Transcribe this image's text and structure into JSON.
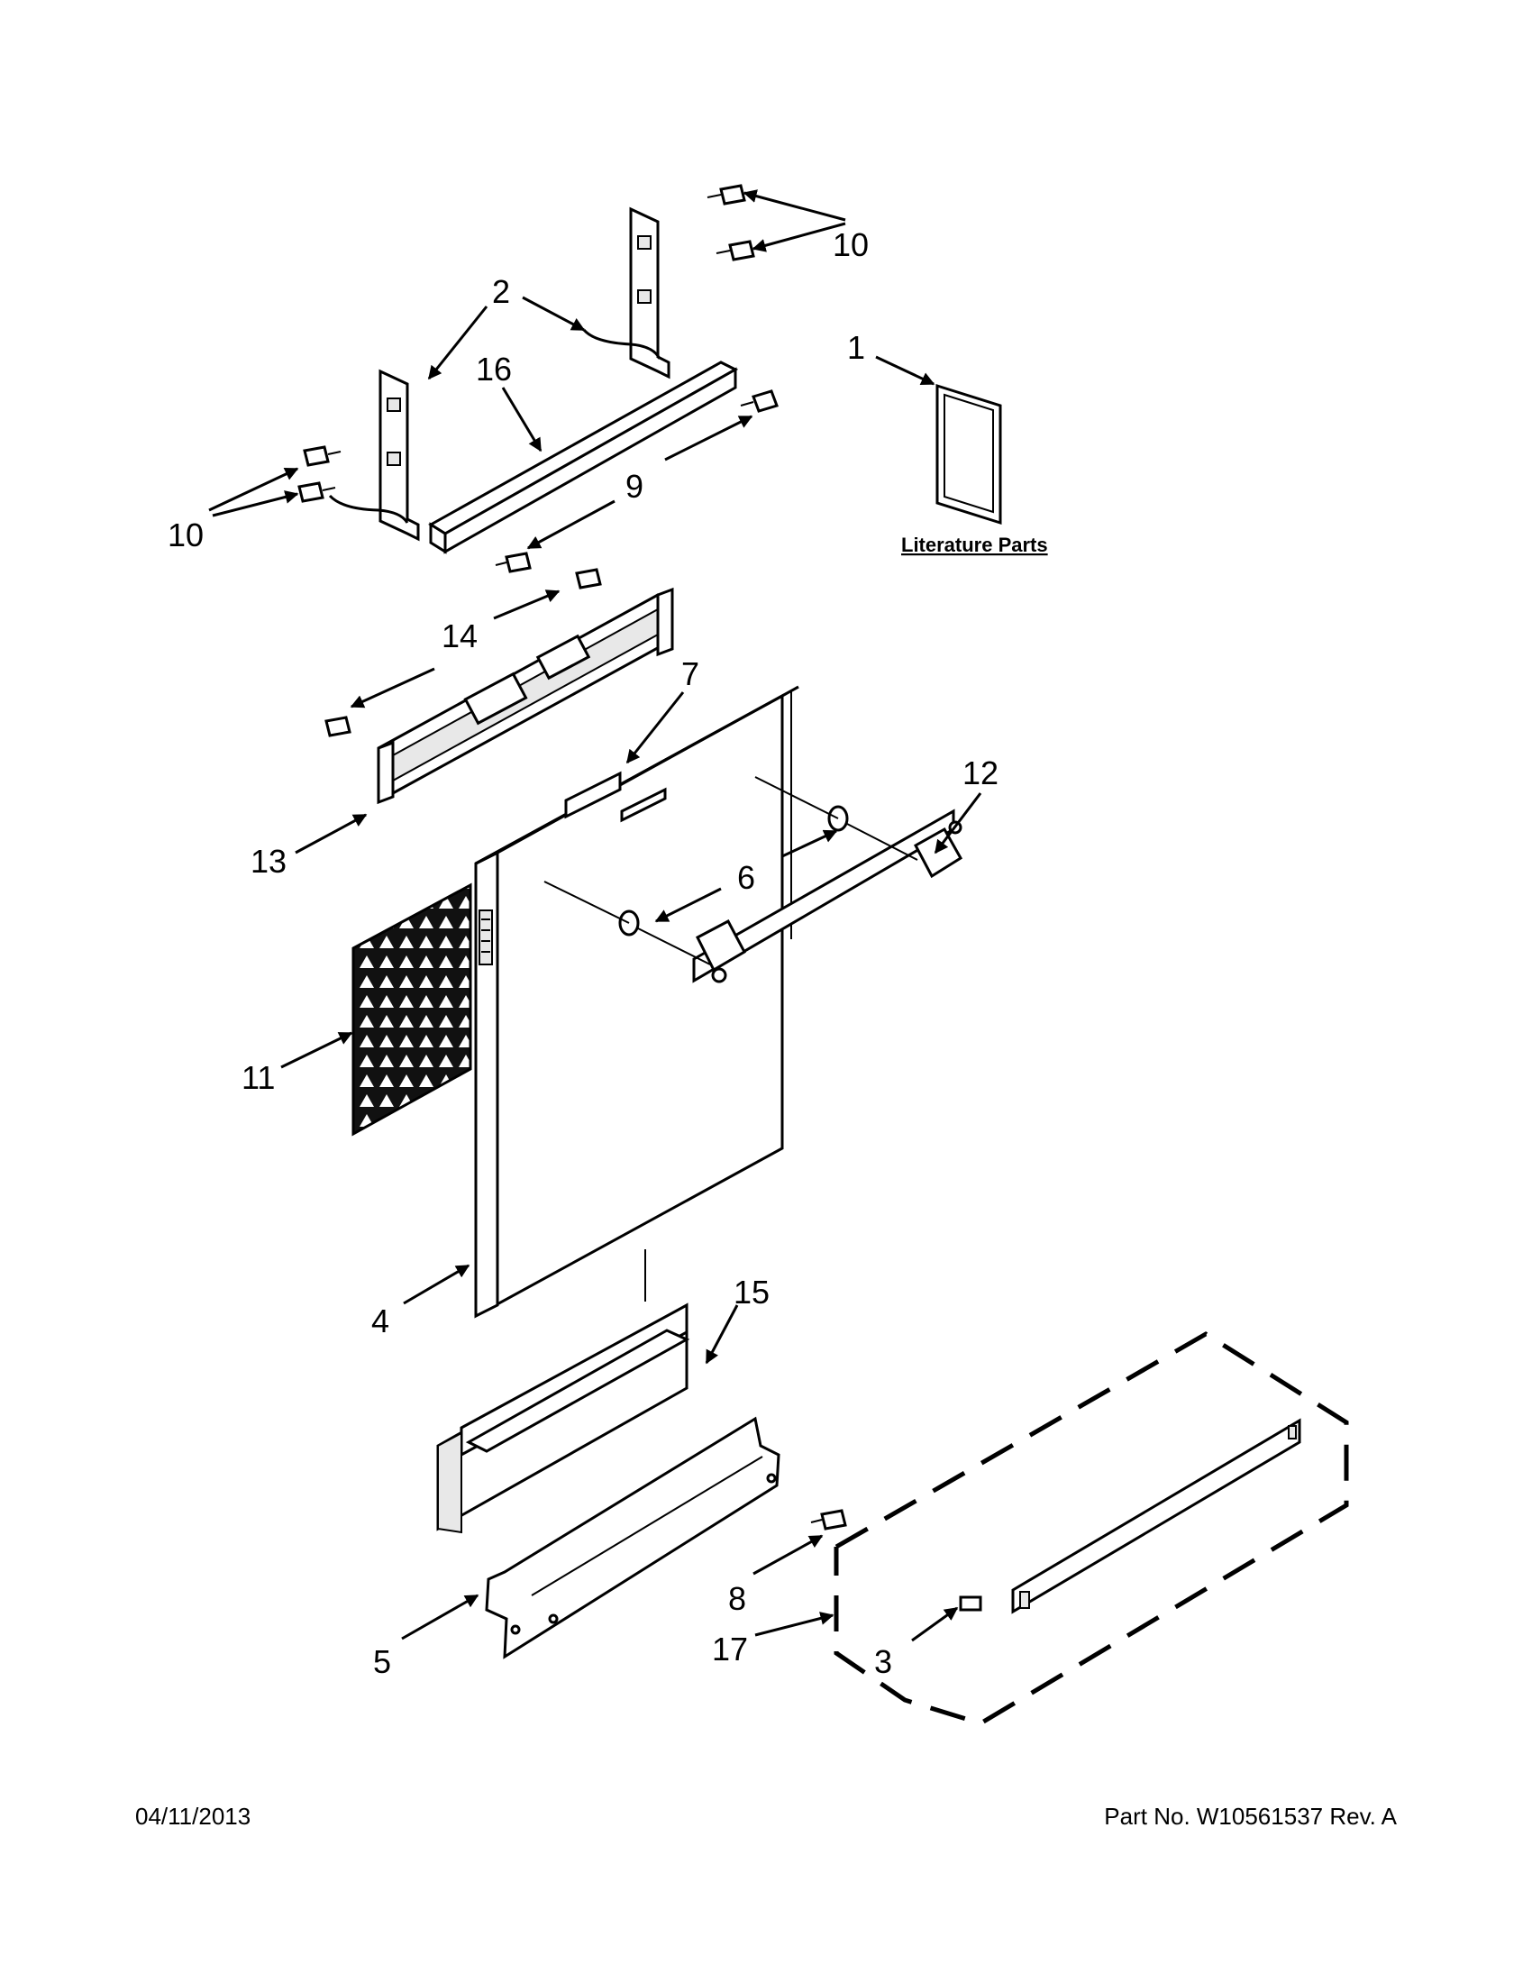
{
  "callouts": {
    "c1": "1",
    "c2": "2",
    "c3": "3",
    "c4": "4",
    "c5": "5",
    "c6": "6",
    "c7": "7",
    "c8": "8",
    "c9": "9",
    "c10_top": "10",
    "c10_left": "10",
    "c11": "11",
    "c12": "12",
    "c13": "13",
    "c14": "14",
    "c15": "15",
    "c16": "16",
    "c17": "17"
  },
  "literature_label": "Literature Parts",
  "footer": {
    "date": "04/11/2013",
    "part_number": "Part No.  W10561537  Rev.  A"
  }
}
